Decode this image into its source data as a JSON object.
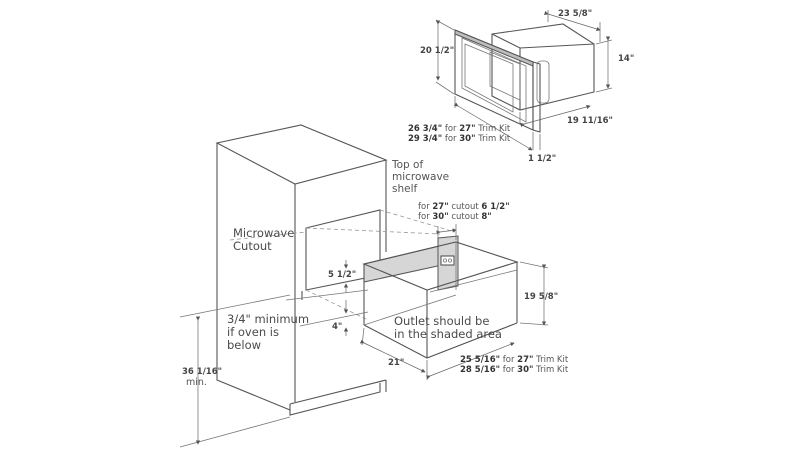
{
  "microwave": {
    "depth_label": "23 5/8\"",
    "height_label": "14\"",
    "trim_height_label": "20 1/2\"",
    "side_depth_label": "19 11/16\"",
    "trim_thickness_label": "1 1/2\"",
    "trim_width": [
      {
        "value": "26 3/4\"",
        "for": "for",
        "kit": "27\"",
        "suffix": "Trim Kit"
      },
      {
        "value": "29 3/4\"",
        "for": "for",
        "kit": "30\"",
        "suffix": "Trim Kit"
      }
    ]
  },
  "cabinet": {
    "cutout_label_line1": "Microwave",
    "cutout_label_line2": "Cutout",
    "shelf_label_line1": "Top of",
    "shelf_label_line2": "microwave",
    "shelf_label_line3": "shelf",
    "cutout_offsets": [
      {
        "prefix": "for",
        "size": "27\"",
        "mid": "cutout",
        "value": "6 1/2\""
      },
      {
        "prefix": "for",
        "size": "30\"",
        "mid": "cutout",
        "value": "8\""
      }
    ],
    "gap_label": "5 1/2\"",
    "lower_gap_label": "4\"",
    "outlet_note_line1": "Outlet should be",
    "outlet_note_line2": "in the shaded area",
    "min_note_line1": "3/4\" minimum",
    "min_note_line2": "if oven is",
    "min_note_line3": "below",
    "floor_height_label": "36 1/16\"",
    "floor_height_sub": "min.",
    "box_height_label": "19 5/8\"",
    "box_depth_label": "21\"",
    "box_width": [
      {
        "value": "25 5/16\"",
        "for": "for",
        "kit": "27\"",
        "suffix": "Trim Kit"
      },
      {
        "value": "28 5/16\"",
        "for": "for",
        "kit": "30\"",
        "suffix": "Trim Kit"
      }
    ]
  },
  "colors": {
    "line": "#555555",
    "shade": "#d6d6d6",
    "background": "#ffffff"
  }
}
